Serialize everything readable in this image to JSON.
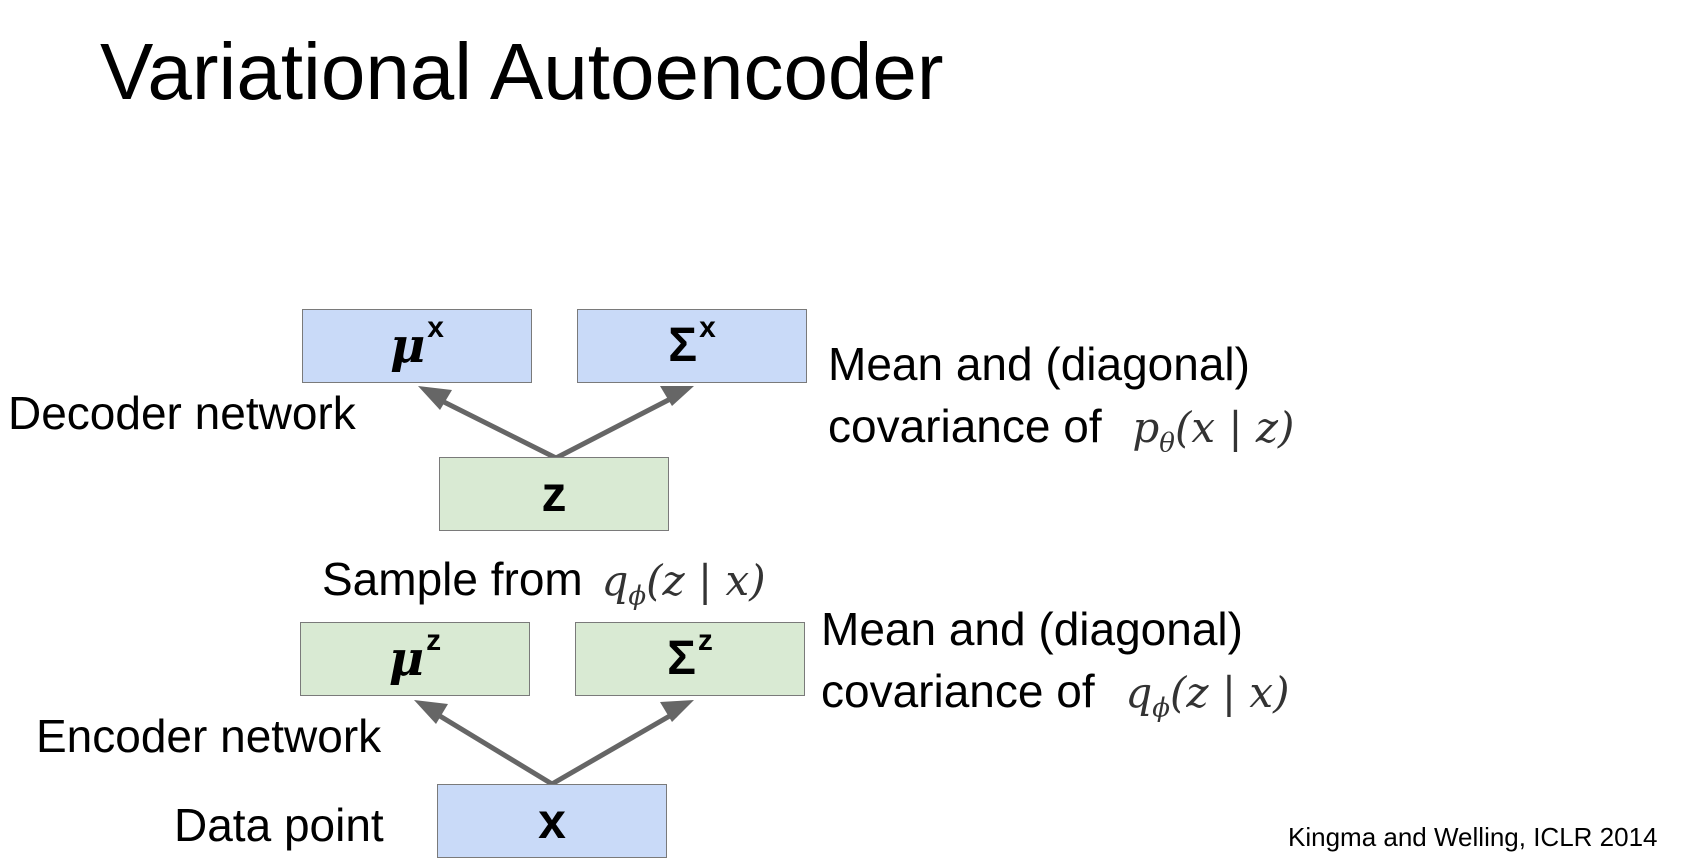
{
  "title": "Variational Autoencoder",
  "decoder": {
    "label": "Decoder network",
    "mean_box": {
      "symbol": "μ",
      "superscript": "x"
    },
    "cov_box": {
      "symbol": "Σ",
      "superscript": "x"
    },
    "description_line1": "Mean and (diagonal)",
    "description_line2": "covariance of",
    "description_math": {
      "var": "p",
      "sub": "θ",
      "args": "(x | z)"
    }
  },
  "latent": {
    "box_label": "z",
    "sample_text": "Sample from",
    "sample_math": {
      "var": "q",
      "sub": "ϕ",
      "args": "(z | x)"
    }
  },
  "encoder": {
    "label": "Encoder network",
    "mean_box": {
      "symbol": "μ",
      "superscript": "z"
    },
    "cov_box": {
      "symbol": "Σ",
      "superscript": "z"
    },
    "description_line1": "Mean and (diagonal)",
    "description_line2": "covariance of",
    "description_math": {
      "var": "q",
      "sub": "ϕ",
      "args": "(z | x)"
    }
  },
  "input": {
    "label": "Data point",
    "box_label": "x"
  },
  "citation": "Kingma and Welling, ICLR 2014",
  "colors": {
    "blue_box": "#c9daf8",
    "green_box": "#d9ead3",
    "arrow": "#666666",
    "box_border": "#7a7a7a"
  }
}
